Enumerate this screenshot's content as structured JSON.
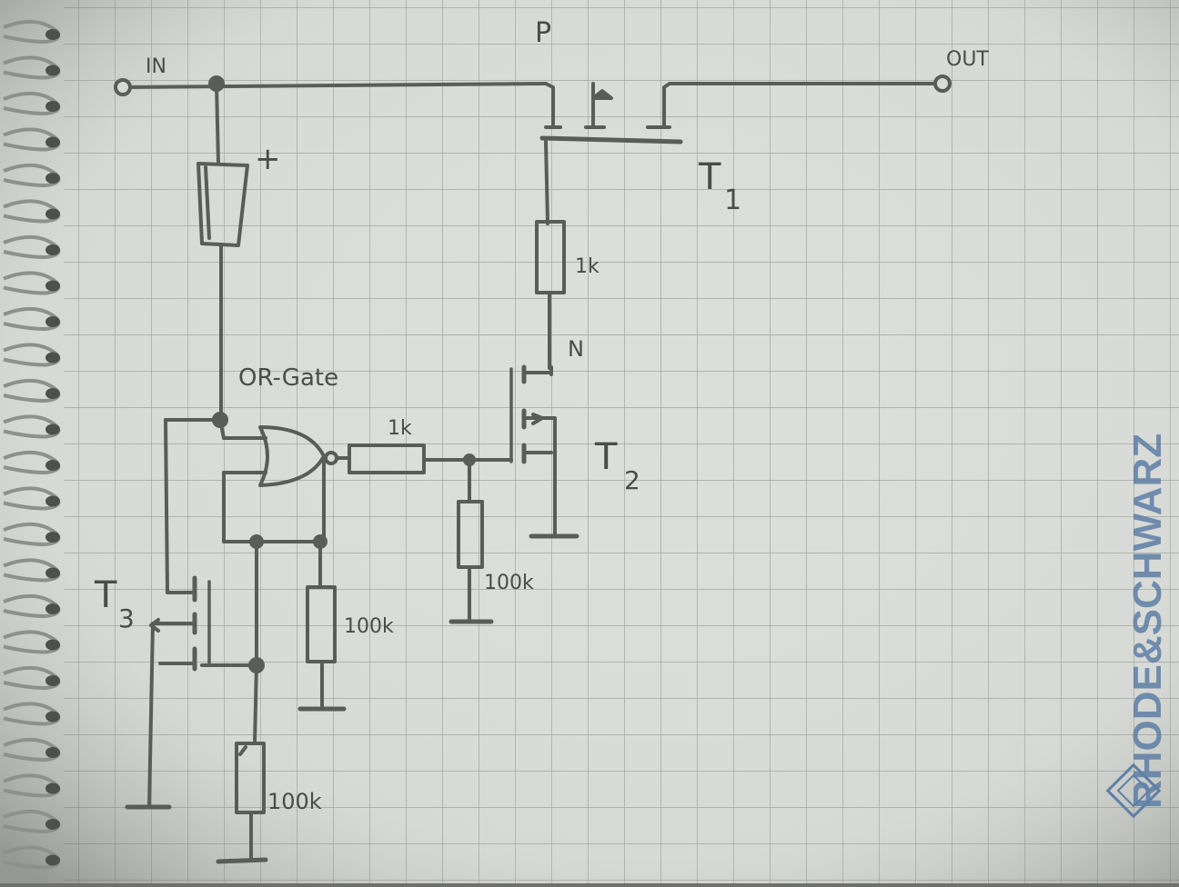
{
  "labels": {
    "in_terminal": "IN",
    "p_terminal": "P",
    "out_terminal": "OUT",
    "capacitor_polarity": "+",
    "t1": "T",
    "t1_sub": "1",
    "r_gate_t1": "1k",
    "n_label": "N",
    "or_gate": "OR-Gate",
    "r_or_out": "1k",
    "t2": "T",
    "t2_sub": "2",
    "r_pulldown_t2": "100k",
    "t3": "T",
    "t3_sub": "3",
    "r_pulldown_or": "100k",
    "r_pulldown_bottom": "100k"
  },
  "branding": {
    "text": "RHODE&SCHWARZ",
    "color": "#5d7fa6"
  },
  "colors": {
    "paper": "#dcdedb",
    "grid": "#9ea19f",
    "pencil": "#5a5c5a"
  }
}
